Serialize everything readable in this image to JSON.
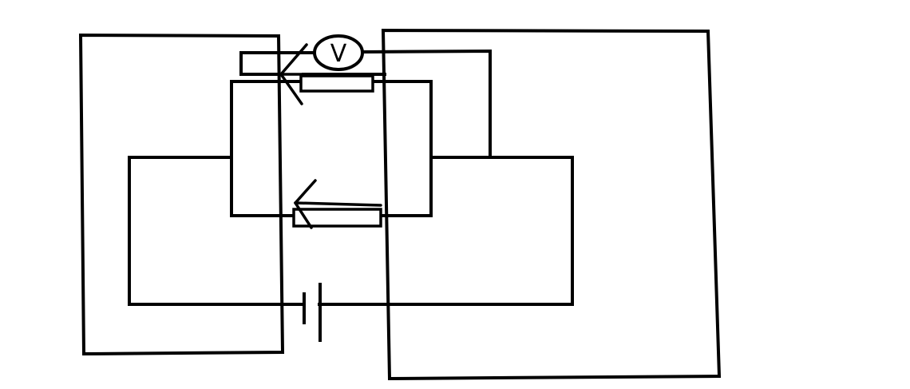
{
  "diagram": {
    "voltmeter_symbol": "V",
    "stroke_color": "#000000",
    "background_color": "#ffffff",
    "components": [
      "left-frame",
      "right-frame",
      "voltmeter-icon",
      "upper-resistor",
      "lower-rheostat",
      "battery-icon",
      "circuit-wires"
    ]
  }
}
